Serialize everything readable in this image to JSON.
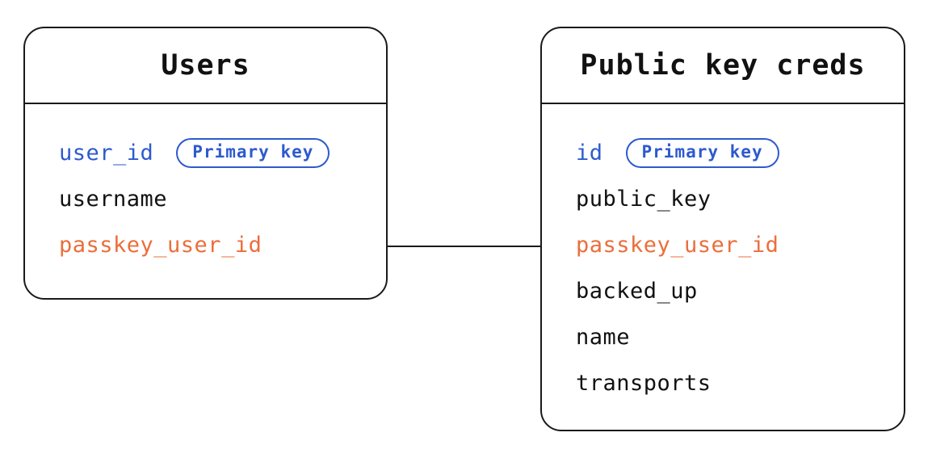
{
  "diagram": {
    "background_color": "#ffffff",
    "border_color": "#1a1a1a",
    "primary_key_color": "#2d5acd",
    "foreign_key_color": "#eb6e3a",
    "field_color": "#111111"
  },
  "tables": [
    {
      "title": "Users",
      "fields": [
        {
          "name": "user_id",
          "color": "#2d5acd",
          "badge": "Primary key"
        },
        {
          "name": "username",
          "color": "#111111"
        },
        {
          "name": "passkey_user_id",
          "color": "#eb6e3a"
        }
      ]
    },
    {
      "title": "Public key creds",
      "fields": [
        {
          "name": "id",
          "color": "#2d5acd",
          "badge": "Primary key"
        },
        {
          "name": "public_key",
          "color": "#111111"
        },
        {
          "name": "passkey_user_id",
          "color": "#eb6e3a"
        },
        {
          "name": "backed_up",
          "color": "#111111"
        },
        {
          "name": "name",
          "color": "#111111"
        },
        {
          "name": "transports",
          "color": "#111111"
        }
      ]
    }
  ],
  "relationship": {
    "from_table": "Users",
    "from_field": "passkey_user_id",
    "to_table": "Public key creds",
    "to_field": "passkey_user_id"
  }
}
